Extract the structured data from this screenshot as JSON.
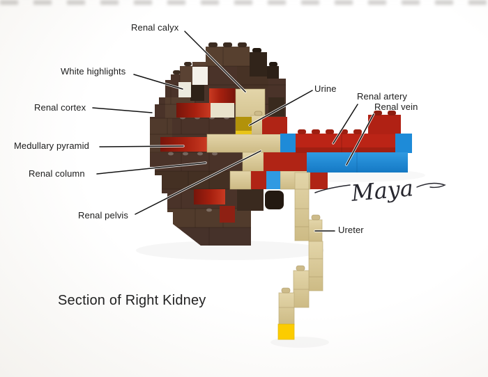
{
  "title": "Section of Right Kidney",
  "signature": "Maya",
  "labels": {
    "renal_calyx": "Renal calyx",
    "white_highlights": "White highlights",
    "renal_cortex": "Renal cortex",
    "medullary_pyramid": "Medullary pyramid",
    "renal_column": "Renal column",
    "renal_pelvis": "Renal pelvis",
    "urine": "Urine",
    "renal_artery": "Renal artery",
    "renal_vein": "Renal vein",
    "ureter": "Ureter"
  },
  "palette": {
    "cortex_brown": "#4a3329",
    "dark_brown": "#2e2117",
    "pyramid_red": "#b52a1c",
    "artery_red": "#bb2416",
    "vein_blue": "#1e8bd8",
    "calyx_tan": "#d8c89a",
    "cream": "#e9e2cb",
    "highlight_white": "#f4f1ea",
    "urine_gold": "#b2920a",
    "ureter_tip_yellow": "#fccc00",
    "background": "#ffffff",
    "line_color": "#111111"
  }
}
